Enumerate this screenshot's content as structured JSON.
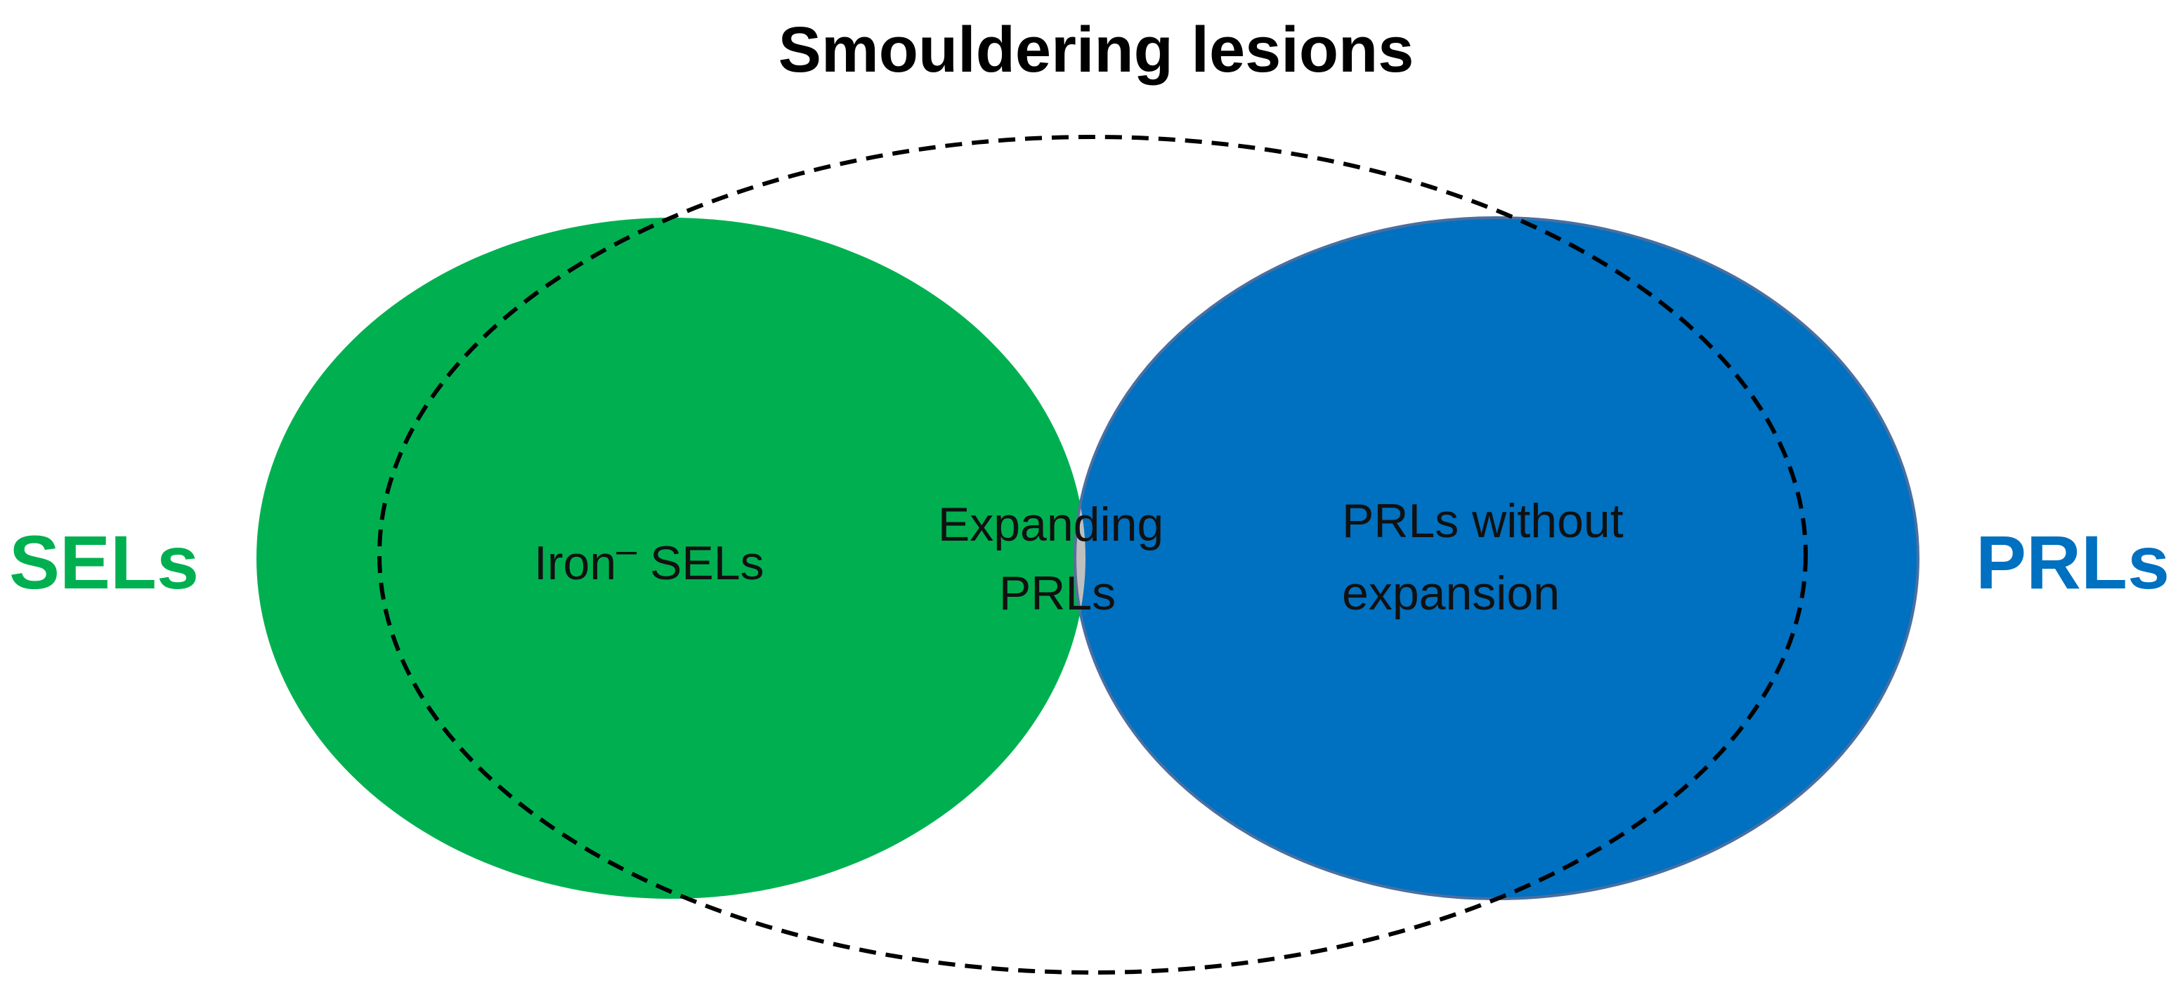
{
  "title": "Smouldering lesions",
  "sets": {
    "left": {
      "label": "SELs",
      "color": "#00b050",
      "region_text": {
        "prefix": "Iron",
        "superscript": "–",
        "suffix": " SELs"
      }
    },
    "right": {
      "label": "PRLs",
      "color": "#0070c0",
      "region_text": [
        "PRLs without",
        "expansion"
      ]
    },
    "intersection": {
      "color": "#bfbfbf",
      "region_text": [
        "Expanding",
        "PRLs"
      ]
    }
  },
  "outline": {
    "style": "dashed",
    "color": "#000000"
  }
}
